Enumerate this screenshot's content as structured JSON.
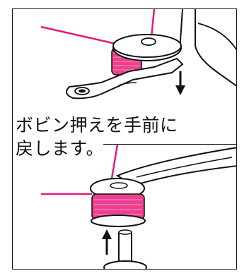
{
  "instruction": {
    "line1": "ボビン押えを手前に",
    "line2": "戻します。"
  },
  "colors": {
    "thread": "#e8197a",
    "bobbin_fill": "#ef3f8f",
    "outline": "#111111"
  },
  "icons": {
    "top_figure": "bobbin-winder-illustration",
    "bottom_figure": "bobbin-on-spindle-illustration",
    "arrow_down": "down-arrow-icon",
    "arrow_up": "up-arrow-icon"
  }
}
